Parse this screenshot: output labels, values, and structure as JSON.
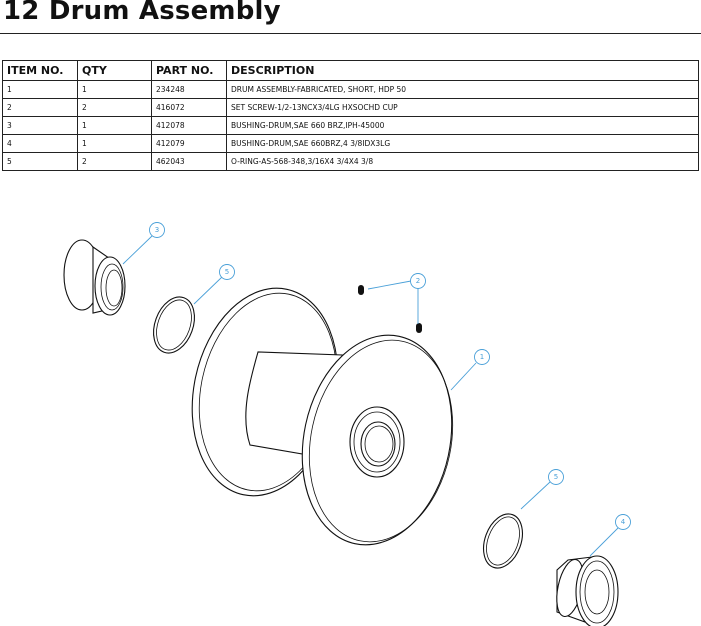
{
  "title": "12  Drum Assembly",
  "table": {
    "headers": [
      "ITEM NO.",
      "QTY",
      "PART NO.",
      "DESCRIPTION"
    ],
    "rows": [
      [
        "1",
        "1",
        "234248",
        "DRUM ASSEMBLY-FABRICATED, SHORT, HDP 50"
      ],
      [
        "2",
        "2",
        "416072",
        "SET SCREW-1/2-13NCX3/4LG HXSOCHD CUP"
      ],
      [
        "3",
        "1",
        "412078",
        "BUSHING-DRUM,SAE 660 BRZ,IPH-45000"
      ],
      [
        "4",
        "1",
        "412079",
        "BUSHING-DRUM,SAE 660BRZ,4 3/8IDX3LG"
      ],
      [
        "5",
        "2",
        "462043",
        "O-RING-AS-568-348,3/16X4 3/4X4 3/8"
      ]
    ]
  },
  "callouts": [
    "3",
    "5",
    "2",
    "1",
    "5",
    "4"
  ],
  "colors": {
    "callout": "#4aa0d8",
    "line": "#111111"
  }
}
